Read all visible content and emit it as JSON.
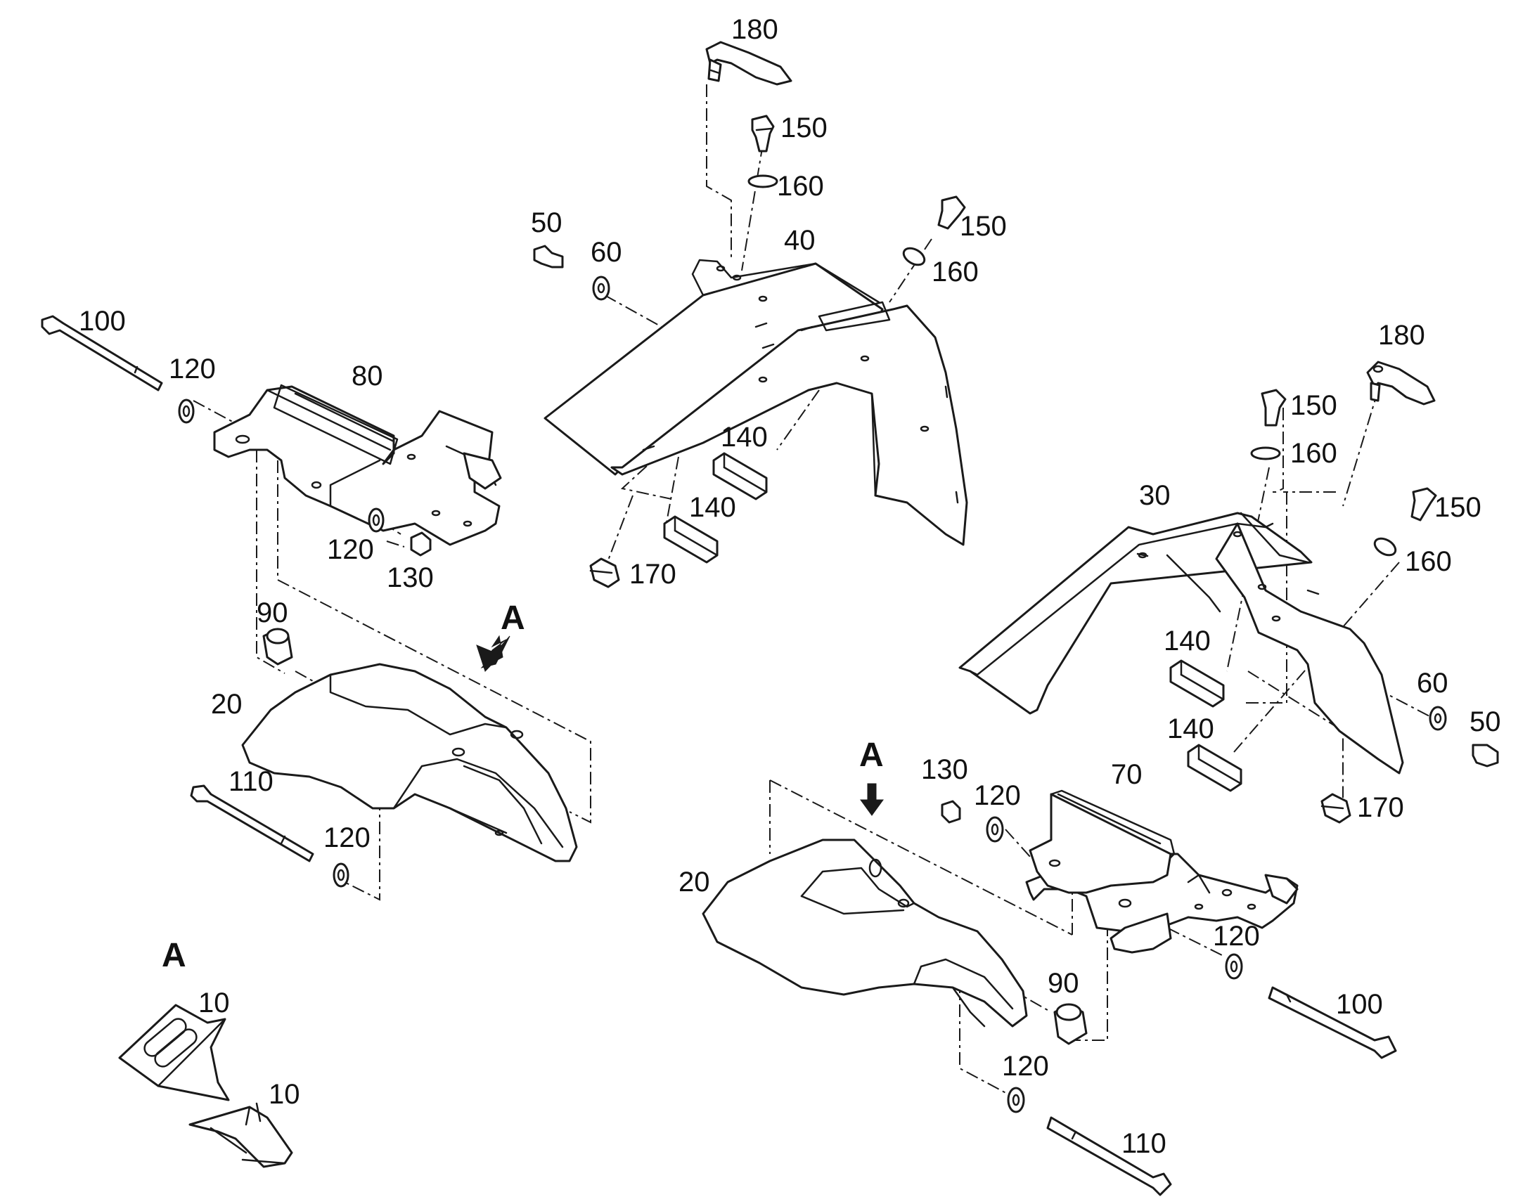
{
  "diagram": {
    "view_letter": "A",
    "callouts": {
      "p10": "10",
      "p20": "20",
      "p30": "30",
      "p40": "40",
      "p50": "50",
      "p60": "60",
      "p70": "70",
      "p80": "80",
      "p90": "90",
      "p100": "100",
      "p110": "110",
      "p120": "120",
      "p130": "130",
      "p140": "140",
      "p150": "150",
      "p160": "160",
      "p170": "170",
      "p180": "180"
    }
  }
}
